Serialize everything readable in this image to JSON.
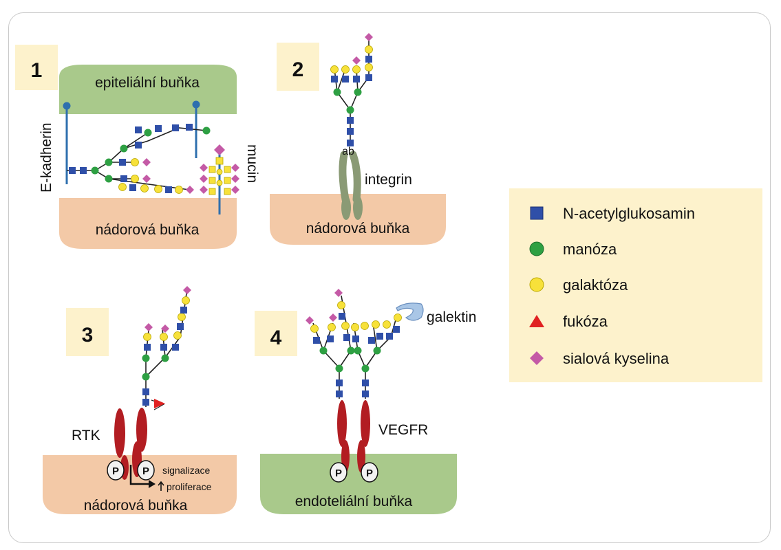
{
  "colors": {
    "green_cell": "#a9c98b",
    "tumor_cell": "#f3c9a7",
    "number_box": "#fdf2cc",
    "legend_box": "#fdf2cc",
    "glcnac": "#2f4fa8",
    "mannose": "#2ea043",
    "galactose": "#f7e13a",
    "fucose": "#e02222",
    "sialic": "#c45aa6",
    "receptor": "#b21d22",
    "integrin": "#8a9a75",
    "stem": "#2e6fae"
  },
  "panel1": {
    "number": "1",
    "top_cell": "epiteliální buňka",
    "bottom_cell": "nádorová buňka",
    "side_label": "E-kadherin",
    "mucin_label": "mucin"
  },
  "panel2": {
    "number": "2",
    "bottom_cell": "nádorová buňka",
    "ab_label": "ab",
    "integrin_label": "integrin"
  },
  "panel3": {
    "number": "3",
    "bottom_cell": "nádorová buňka",
    "rtk_label": "RTK",
    "p_label": "P",
    "signal_line1": "signalizace",
    "signal_line2": "proliferace"
  },
  "panel4": {
    "number": "4",
    "bottom_cell": "endoteliální buňka",
    "vegfr_label": "VEGFR",
    "galektin_label": "galektin",
    "p_label": "P"
  },
  "legend": {
    "items": [
      {
        "shape": "square",
        "label": "N-acetylglukosamin"
      },
      {
        "shape": "circle",
        "label": "manóza"
      },
      {
        "shape": "circle-yellow",
        "label": "galaktóza"
      },
      {
        "shape": "triangle",
        "label": "fukóza"
      },
      {
        "shape": "diamond",
        "label": "sialová kyselina"
      }
    ]
  }
}
